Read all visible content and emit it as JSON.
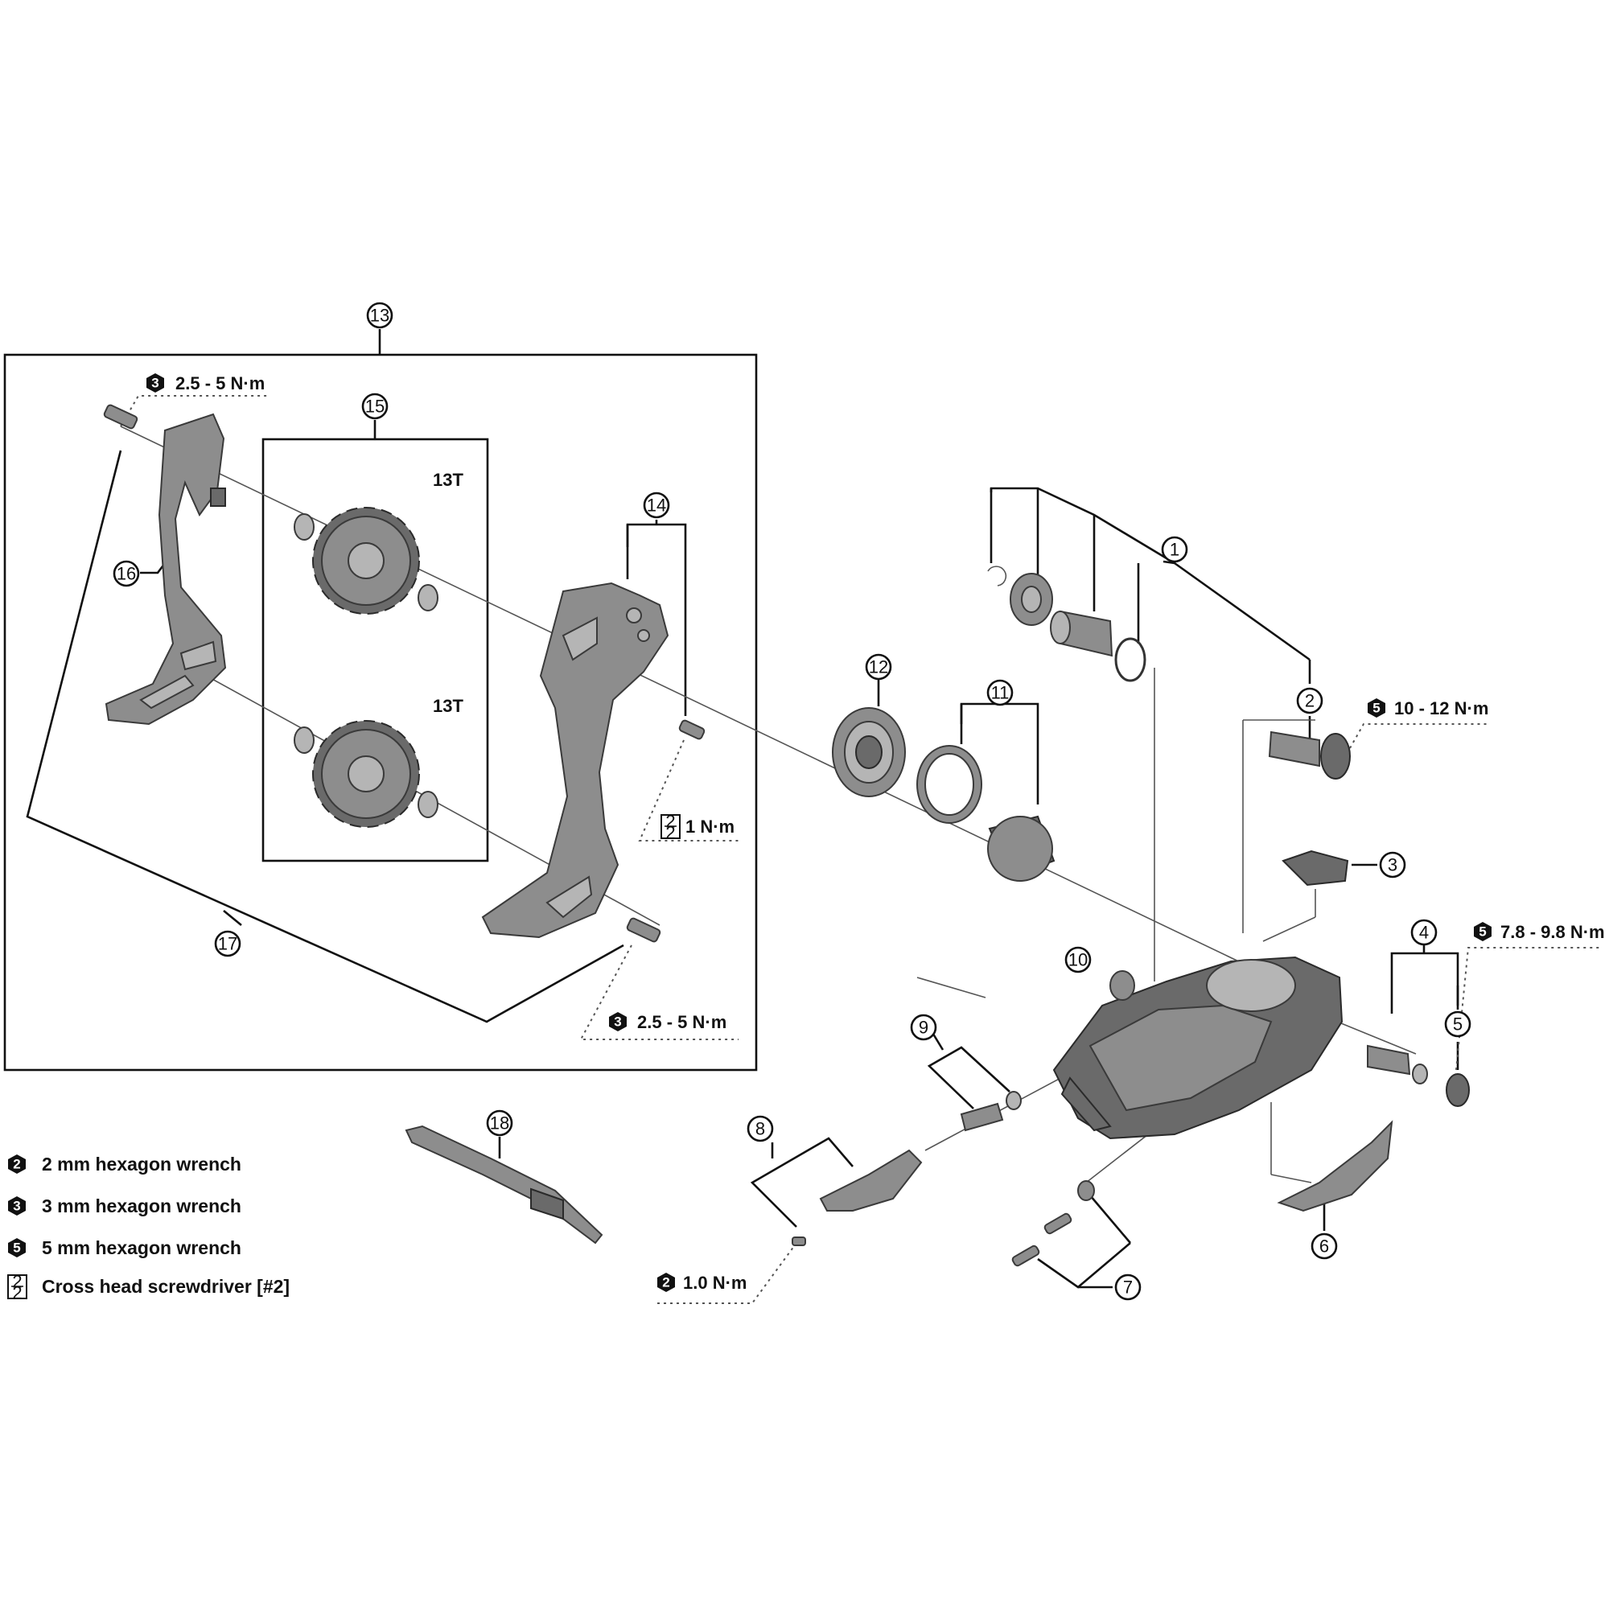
{
  "callouts": {
    "c1": "1",
    "c2": "2",
    "c3": "3",
    "c4": "4",
    "c5": "5",
    "c6": "6",
    "c7": "7",
    "c8": "8",
    "c9": "9",
    "c10": "10",
    "c11": "11",
    "c12": "12",
    "c13": "13",
    "c14": "14",
    "c15": "15",
    "c16": "16",
    "c17": "17",
    "c18": "18"
  },
  "pulleys": {
    "upper_teeth": "13T",
    "lower_teeth": "13T"
  },
  "torques": {
    "t_top_left": {
      "tool": "3",
      "value": "2.5 - 5 N·m"
    },
    "t_bottom_left": {
      "tool": "3",
      "value": "2.5 - 5 N·m"
    },
    "t_cross": {
      "tool": "2",
      "value": "1 N·m"
    },
    "t_axle": {
      "tool": "5",
      "value": "10 - 12 N·m"
    },
    "t_bracket": {
      "tool": "5",
      "value": "7.8 - 9.8 N·m"
    },
    "t_guide": {
      "tool": "2",
      "value": "1.0 N·m"
    }
  },
  "legend": [
    {
      "badge": "2",
      "label": "2 mm hexagon wrench"
    },
    {
      "badge": "3",
      "label": "3 mm hexagon wrench"
    },
    {
      "badge": "5",
      "label": "5 mm hexagon wrench"
    },
    {
      "badge": "2",
      "label": "Cross head screwdriver [#2]"
    }
  ],
  "icons": {
    "hex_wrench": "black-hexagon-badge",
    "screwdriver": "square-cross-head-badge"
  }
}
